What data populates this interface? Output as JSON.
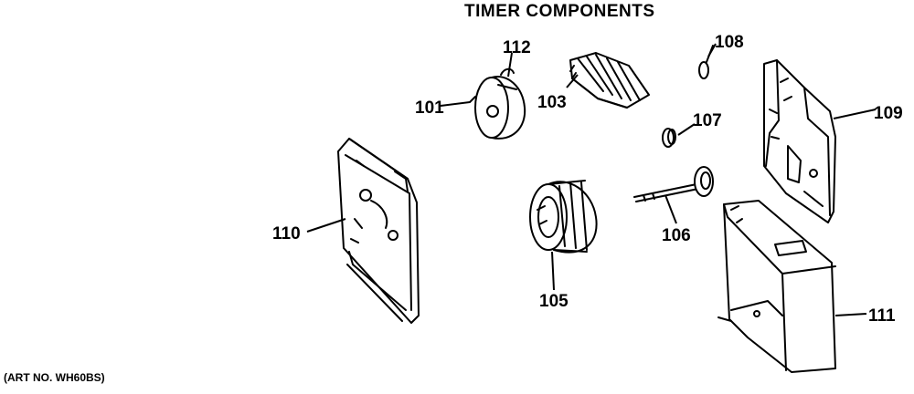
{
  "title": "TIMER COMPONENTS",
  "art_number": "(ART NO. WH60BS)",
  "callouts": {
    "c101": "101",
    "c112": "112",
    "c103": "103",
    "c108": "108",
    "c109": "109",
    "c107": "107",
    "c110": "110",
    "c106": "106",
    "c105": "105",
    "c111": "111"
  }
}
